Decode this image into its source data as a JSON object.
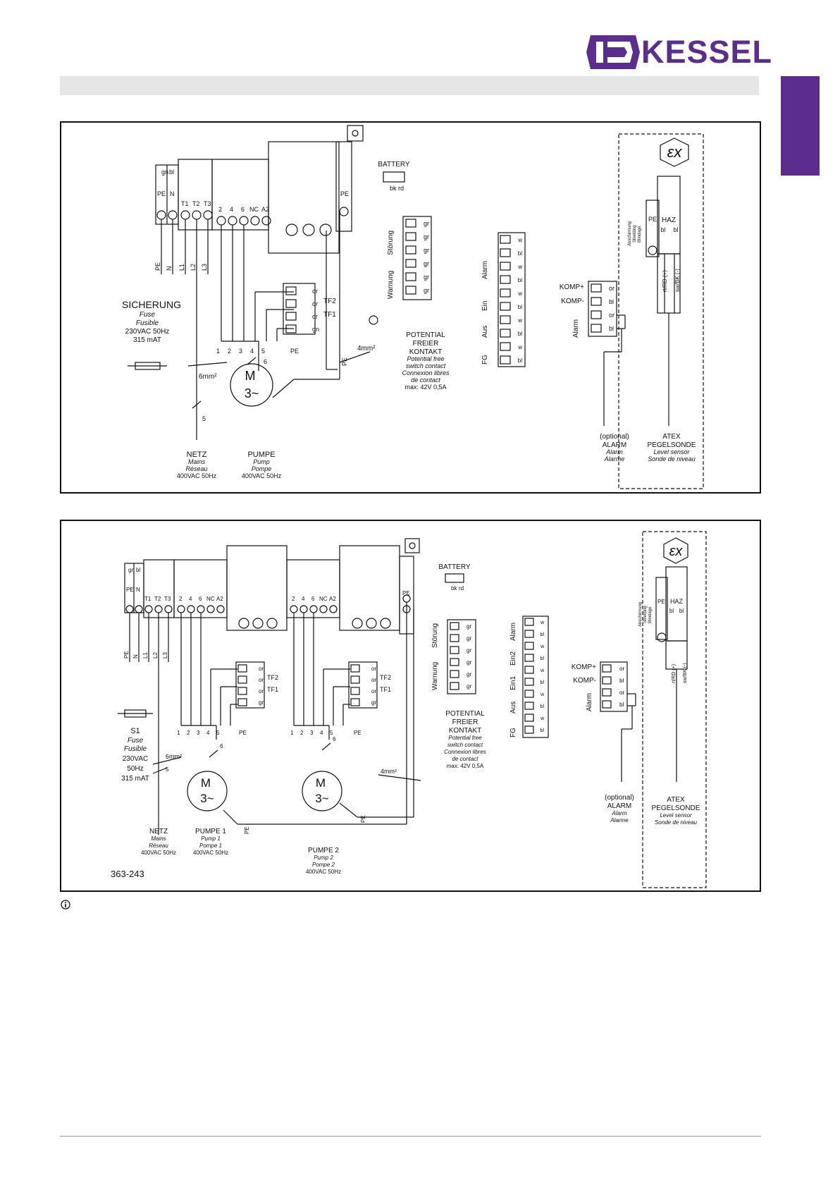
{
  "brand": {
    "name": "KESSEL",
    "color": "#5b2d8e"
  },
  "panel1": {
    "fuse": {
      "title": "SICHERUNG",
      "l1": "Fuse",
      "l2": "Fusible",
      "rating1": "230VAC 50Hz",
      "rating2": "315 mAT"
    },
    "netz": {
      "title": "NETZ",
      "l1": "Mains",
      "l2": "Réseau",
      "l3": "400VAC 50Hz",
      "cores": "5",
      "section": "6mm²"
    },
    "pump": {
      "title": "PUMPE",
      "l1": "Pump",
      "l2": "Pompe",
      "l3": "400VAC 50Hz",
      "cores": "6",
      "m": "M",
      "phase": "3~"
    },
    "pe_section": "4mm²",
    "battery": {
      "title": "BATTERY",
      "bk": "bk",
      "rd": "rd"
    },
    "contact": {
      "t1": "POTENTIAL",
      "t2": "FREIER",
      "t3": "KONTAKT",
      "s1": "Potential free",
      "s2": "switch contact",
      "s3": "Connexion libres",
      "s4": "de contact",
      "max": "max: 42V 0,5A",
      "stoerung": "Störung",
      "warnung": "Warnung"
    },
    "groups": [
      "Alarm",
      "Ein",
      "Aus",
      "FG"
    ],
    "komp_plus": "KOMP+",
    "komp_minus": "KOMP-",
    "alarm": "Alarm",
    "optional": {
      "t1": "(optional)",
      "t2": "ALARM",
      "s1": "Alarm",
      "s2": "Alarme"
    },
    "atex": {
      "t1": "ATEX",
      "t2": "PEGELSONDE",
      "s1": "Level sensor",
      "s2": "Sonde de niveau",
      "haz": "HAZ",
      "shield1": "Abschirmung",
      "shield2": "Shielding",
      "shield3": "Blindage",
      "rt": "rt/RD (+)",
      "sw": "sw/BK (-)"
    }
  },
  "panel2": {
    "fuse": {
      "title": "S1",
      "l1": "Fuse",
      "l2": "Fusible",
      "r1": "230VAC",
      "r2": "50Hz",
      "r3": "315 mAT"
    },
    "netz": {
      "title": "NETZ",
      "l1": "Mains",
      "l2": "Réseau",
      "l3": "400VAC 50Hz",
      "cores": "5",
      "section": "6mm²"
    },
    "pump1": {
      "title": "PUMPE 1",
      "l1": "Pump 1",
      "l2": "Pompe 1",
      "l3": "400VAC 50Hz",
      "cores": "6"
    },
    "pump2": {
      "title": "PUMPE 2",
      "l1": "Pump 2",
      "l2": "Pompe 2",
      "l3": "400VAC 50Hz",
      "cores": "6"
    },
    "pe_section": "4mm²",
    "groups": [
      "Alarm",
      "Ein2",
      "Ein1",
      "Aus",
      "FG"
    ],
    "docnr": "363-243"
  },
  "terminals": {
    "wire_colors": [
      "w",
      "bl",
      "w",
      "bl",
      "w",
      "bl",
      "w",
      "bl",
      "w",
      "bl"
    ],
    "contact_colors": [
      "gr",
      "gr",
      "gr",
      "gr",
      "gr",
      "gr"
    ],
    "komp_colors": [
      "or",
      "bl",
      "or",
      "bl"
    ],
    "tf_colors": [
      "or",
      "or",
      "or",
      "gn"
    ],
    "tf2": "TF2",
    "tf1": "TF1",
    "pe": "PE",
    "gn": "gn",
    "bl": "bl",
    "n": "N",
    "mains": [
      "T1",
      "T2",
      "T3"
    ],
    "outs": [
      "2",
      "4",
      "6",
      "NC",
      "A2"
    ],
    "phases": [
      "L1",
      "L2",
      "L3"
    ],
    "pumpnums": [
      "1",
      "2",
      "3",
      "4",
      "5"
    ]
  }
}
